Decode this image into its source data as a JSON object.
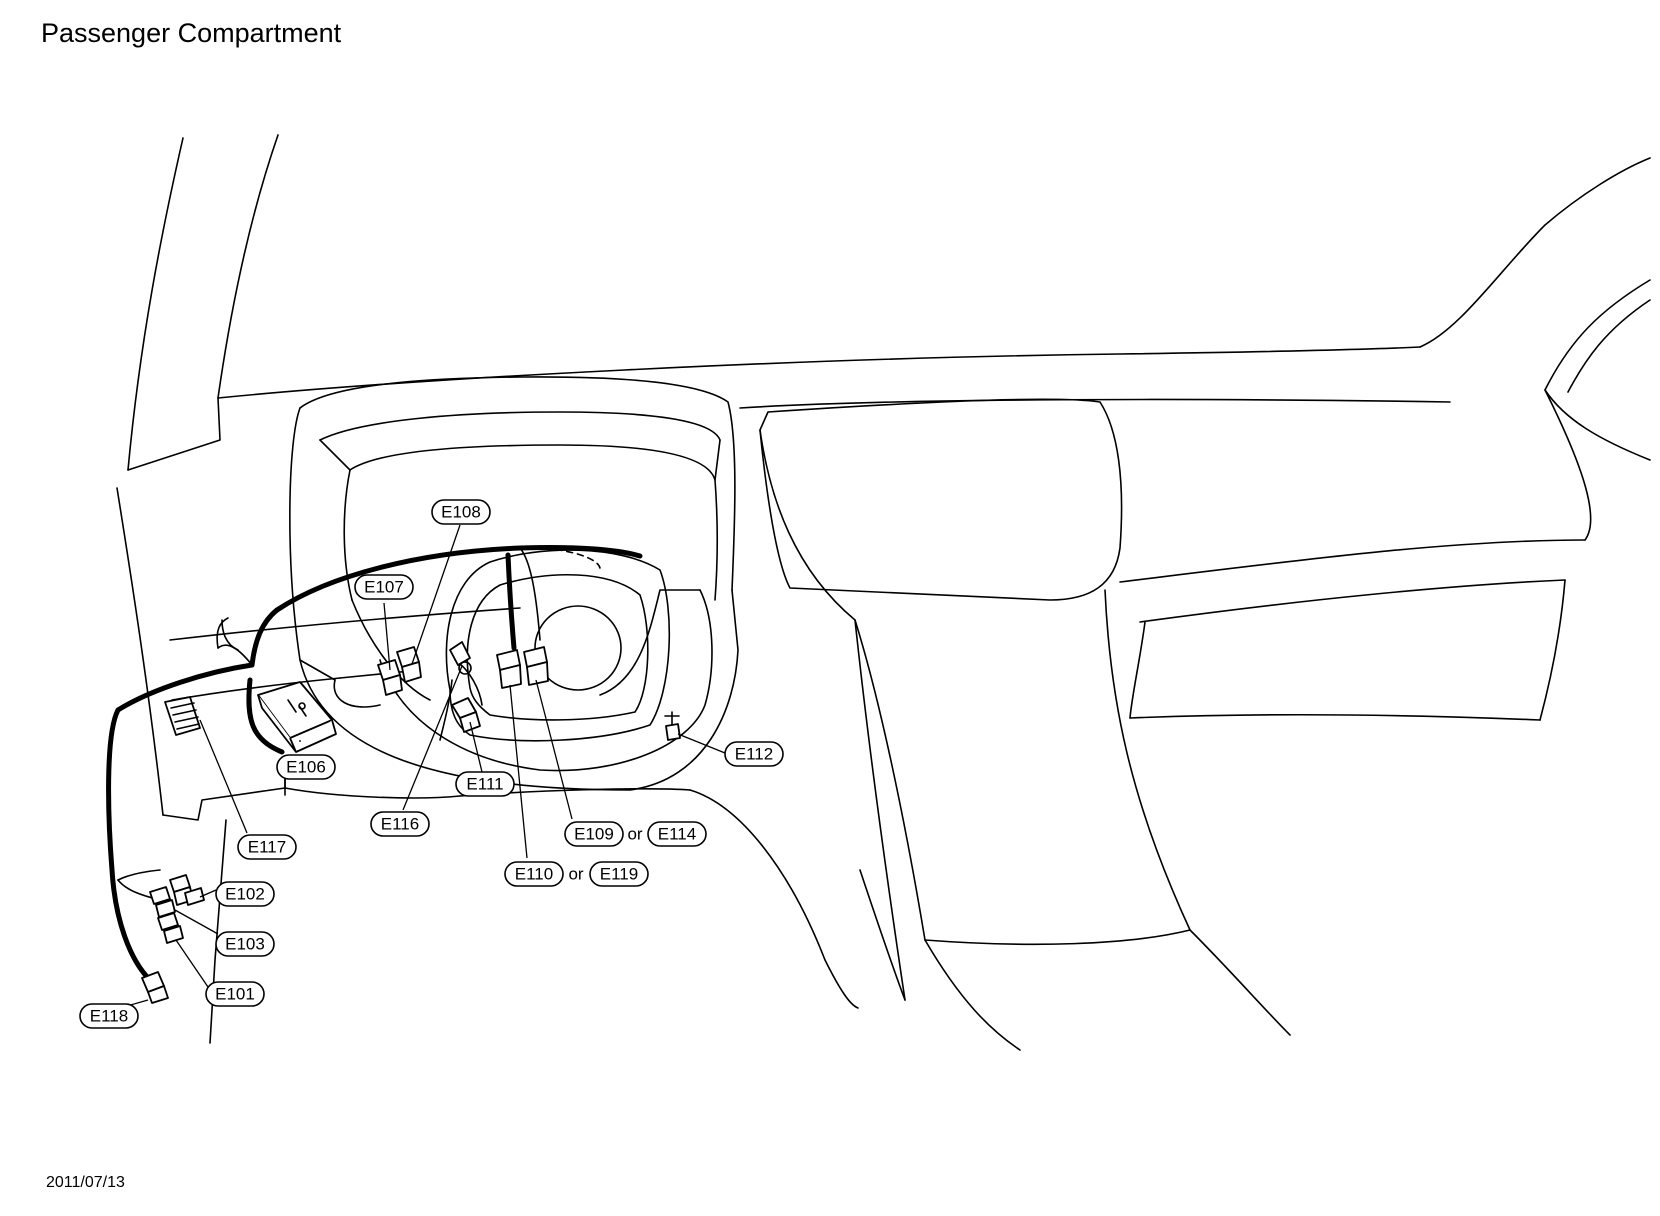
{
  "title": "Passenger Compartment",
  "date": "2011/07/13",
  "connectors": {
    "e101": "E101",
    "e102": "E102",
    "e103": "E103",
    "e106": "E106",
    "e107": "E107",
    "e108": "E108",
    "e109": "E109",
    "e110": "E110",
    "e111": "E111",
    "e112": "E112",
    "e114": "E114",
    "e116": "E116",
    "e117": "E117",
    "e118": "E118",
    "e119": "E119"
  },
  "or_text": "or"
}
